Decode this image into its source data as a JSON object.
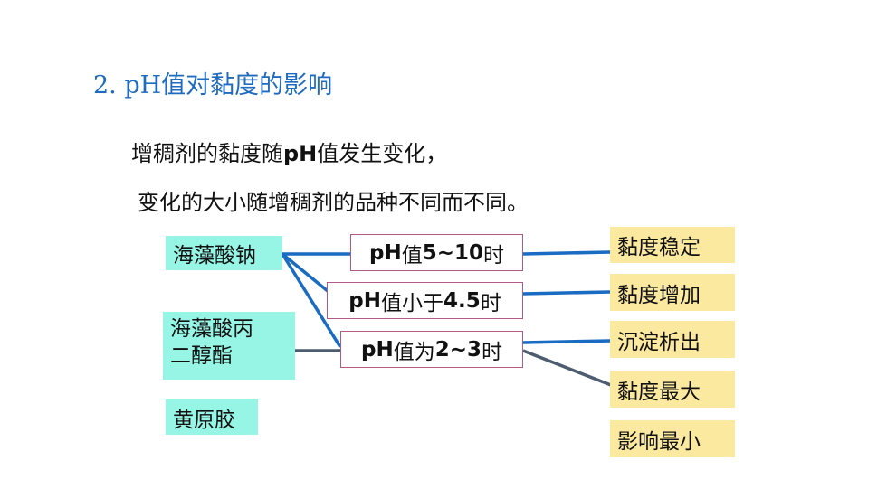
{
  "title": "2. pH值对黏度的影响",
  "intro": {
    "line1_before": "增稠剂的黏度随",
    "line1_bold": "pH",
    "line1_after": "值发生变化，",
    "line2": "变化的大小随增稠剂的品种不同而不同。"
  },
  "thickeners": {
    "sodium_alginate": "海藻酸钠",
    "pga_line1": "海藻酸丙",
    "pga_line2": "二醇酯",
    "xanthan": "黄原胶"
  },
  "conditions": {
    "ph_5_10": {
      "bold_a": "pH",
      "mid": "值",
      "bold_b": "5~10",
      "end": "时"
    },
    "ph_below_4_5": {
      "bold_a": "pH",
      "mid": "值小于",
      "bold_b": "4.5",
      "end": "时"
    },
    "ph_2_3": {
      "bold_a": "pH",
      "mid": "值为",
      "bold_b": "2~3",
      "end": "时"
    }
  },
  "effects": {
    "stable": "黏度稳定",
    "increase": "黏度增加",
    "precipitate": "沉淀析出",
    "max": "黏度最大",
    "min": "影响最小"
  },
  "colors": {
    "title": "#1f6bbf",
    "connector_blue": "#1a6bc2",
    "connector_slate": "#4d5c6e",
    "teal_box": "#97f5e5",
    "yellow_box": "#fbe9a0",
    "condition_border": "#b15a88"
  }
}
